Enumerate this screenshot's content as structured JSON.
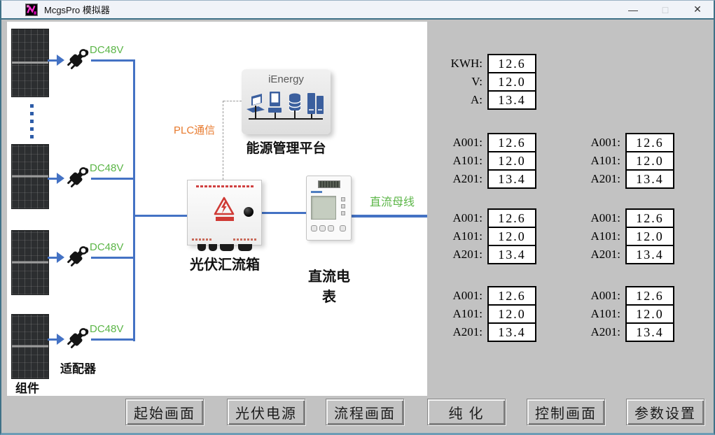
{
  "window": {
    "title": "McgsPro 模拟器",
    "controls": {
      "minimize": "—",
      "maximize": "□",
      "close": "✕"
    }
  },
  "diagram": {
    "module_label": "组件",
    "adapter_label": "适配器",
    "dc48v_labels": [
      "DC48V",
      "DC48V",
      "DC48V",
      "DC48V"
    ],
    "plc_label": "PLC通信",
    "platform": {
      "brand": "iEnergy",
      "label": "能源管理平台"
    },
    "combiner_label": "光伏汇流箱",
    "meter_label": "直流电表",
    "bus_label": "直流母线"
  },
  "readouts": {
    "summary": {
      "rows": [
        {
          "label": "KWH:",
          "value": "12.6"
        },
        {
          "label": "V:",
          "value": "12.0"
        },
        {
          "label": "A:",
          "value": "13.4"
        }
      ]
    },
    "groups": [
      {
        "rows": [
          {
            "label": "A001:",
            "value": "12.6"
          },
          {
            "label": "A101:",
            "value": "12.0"
          },
          {
            "label": "A201:",
            "value": "13.4"
          }
        ]
      },
      {
        "rows": [
          {
            "label": "A001:",
            "value": "12.6"
          },
          {
            "label": "A101:",
            "value": "12.0"
          },
          {
            "label": "A201:",
            "value": "13.4"
          }
        ]
      },
      {
        "rows": [
          {
            "label": "A001:",
            "value": "12.6"
          },
          {
            "label": "A101:",
            "value": "12.0"
          },
          {
            "label": "A201:",
            "value": "13.4"
          }
        ]
      },
      {
        "rows": [
          {
            "label": "A001:",
            "value": "12.6"
          },
          {
            "label": "A101:",
            "value": "12.0"
          },
          {
            "label": "A201:",
            "value": "13.4"
          }
        ]
      },
      {
        "rows": [
          {
            "label": "A001:",
            "value": "12.6"
          },
          {
            "label": "A101:",
            "value": "12.0"
          },
          {
            "label": "A201:",
            "value": "13.4"
          }
        ]
      },
      {
        "rows": [
          {
            "label": "A001:",
            "value": "12.6"
          },
          {
            "label": "A101:",
            "value": "12.0"
          },
          {
            "label": "A201:",
            "value": "13.4"
          }
        ]
      }
    ]
  },
  "nav_buttons": [
    {
      "label": "起始画面"
    },
    {
      "label": "光伏电源"
    },
    {
      "label": "流程画面"
    },
    {
      "label": "纯 化"
    },
    {
      "label": "控制画面"
    },
    {
      "label": "参数设置"
    }
  ],
  "colors": {
    "wire_blue": "#4472c4",
    "signal_green": "#5cb648",
    "plc_orange": "#e87a2e",
    "panel_gray": "#c2c2c2",
    "window_border_teal": "#3f7187",
    "icon_steel_blue": "#3b5f9e",
    "warning_red": "#cf3a35"
  }
}
